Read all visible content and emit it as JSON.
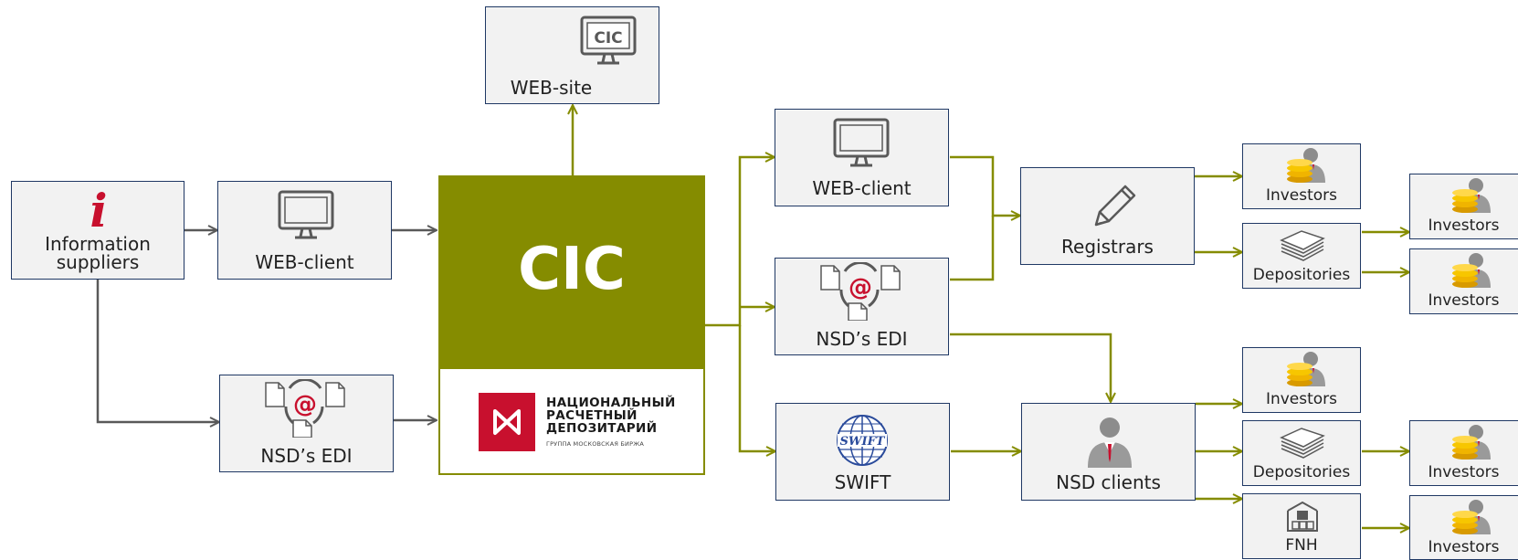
{
  "colors": {
    "olive": "#858c00",
    "box_fill": "#f2f2f2",
    "box_border": "#1f3864",
    "grey_arrow": "#595959",
    "swift_blue": "#2a4b9b",
    "nsd_red": "#c8102e"
  },
  "nodes": {
    "info_suppliers": {
      "label_line1": "Information",
      "label_line2": "suppliers",
      "icon": "info-icon",
      "icon_glyph": "i"
    },
    "web_client_left": {
      "label": "WEB-client",
      "icon": "monitor-icon"
    },
    "nsd_edi_left": {
      "label": "NSD’s EDI",
      "icon": "edi-icon",
      "at_glyph": "@"
    },
    "web_site": {
      "label": "WEB-site",
      "icon": "monitor-icon",
      "screen_text": "CIC"
    },
    "cic": {
      "label": "CIC",
      "logo_line1": "НАЦИОНАЛЬНЫЙ",
      "logo_line2": "РАСЧЕТНЫЙ",
      "logo_line3": "ДЕПОЗИТАРИЙ",
      "logo_sub": "ГРУППА МОСКОВСКАЯ БИРЖА"
    },
    "web_client_mid": {
      "label": "WEB-client",
      "icon": "monitor-icon"
    },
    "nsd_edi_mid": {
      "label": "NSD’s EDI",
      "icon": "edi-icon",
      "at_glyph": "@"
    },
    "swift": {
      "label": "SWIFT",
      "icon": "swift-globe-icon",
      "logo_text": "SWIFT"
    },
    "registrars": {
      "label": "Registrars",
      "icon": "pencil-icon"
    },
    "nsd_clients": {
      "label": "NSD clients",
      "icon": "person-icon"
    },
    "investors_1": {
      "label": "Investors",
      "icon": "investor-coins-icon"
    },
    "depositories_1": {
      "label": "Depositories",
      "icon": "papers-stack-icon"
    },
    "investors_2": {
      "label": "Investors",
      "icon": "investor-coins-icon"
    },
    "investors_3": {
      "label": "Investors",
      "icon": "investor-coins-icon"
    },
    "investors_4": {
      "label": "Investors",
      "icon": "investor-coins-icon"
    },
    "depositories_2": {
      "label": "Depositories",
      "icon": "papers-stack-icon"
    },
    "investors_5": {
      "label": "Investors",
      "icon": "investor-coins-icon"
    },
    "fnh": {
      "label": "FNH",
      "icon": "building-icon"
    },
    "investors_6": {
      "label": "Investors",
      "icon": "investor-coins-icon"
    }
  }
}
